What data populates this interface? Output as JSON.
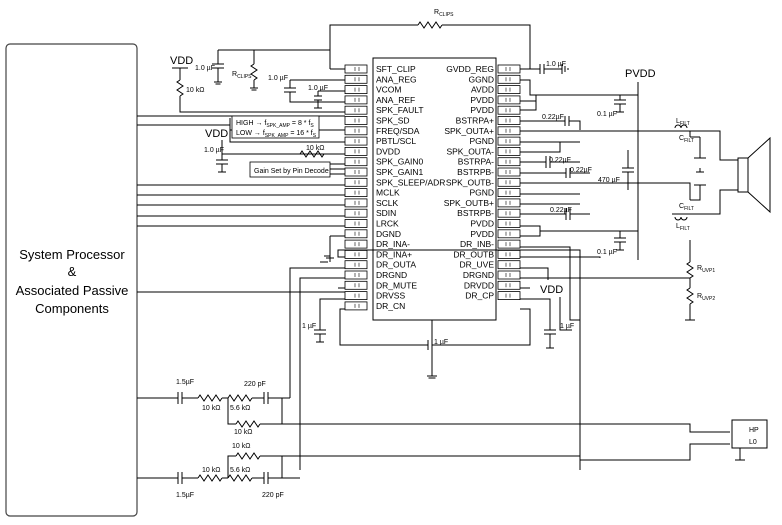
{
  "system_block": {
    "line1": "System Processor",
    "line2": "&",
    "line3": "Associated Passive",
    "line4": "Components"
  },
  "ic": {
    "left_pins": [
      "SFT_CLIP",
      "ANA_REG",
      "VCOM",
      "ANA_REF",
      "SPK_FAULT",
      "SPK_SD",
      "FREQ/SDA",
      "PBTL/SCL",
      "DVDD",
      "SPK_GAIN0",
      "SPK_GAIN1",
      "SPK_SLEEP/ADR",
      "MCLK",
      "SCLK",
      "SDIN",
      "LRCK",
      "DGND",
      "DR_INA-",
      "DR_INA+",
      "DR_OUTA",
      "DRGND",
      "DR_MUTE",
      "DRVSS",
      "DR_CN"
    ],
    "right_pins": [
      "GVDD_REG",
      "GGND",
      "AVDD",
      "PVDD",
      "PVDD",
      "BSTRPA+",
      "SPK_OUTA+",
      "PGND",
      "SPK_OUTA-",
      "BSTRPA-",
      "BSTRPB-",
      "SPK_OUTB-",
      "PGND",
      "SPK_OUTB+",
      "BSTRPB-",
      "PVDD",
      "PVDD",
      "DR_INB-",
      "DR_OUTB",
      "DR_UVE",
      "DRGND",
      "DRVDD",
      "DR_CP"
    ]
  },
  "labels": {
    "rclips": "R",
    "rclips_sub": "CLIPS",
    "vdd_top": "VDD",
    "vdd_mid": "VDD",
    "vdd_right": "VDD",
    "pvdd": "PVDD",
    "cap_1u_a": "1.0 µF",
    "cap_1u_b": "1.0 µF",
    "cap_1u_c": "1.0 µF",
    "cap_1u_d": "1.0 µF",
    "cap_1u_e": "1.0 µF",
    "res_10k_top": "10 kΩ",
    "res_10k_mid": "10 kΩ",
    "freq_high": "HIGH → f",
    "freq_high_sub": "SPK_AMP",
    "freq_high_val": " = 8 * f",
    "freq_high_s": "S",
    "freq_low": "LOW → f",
    "freq_low_sub": "SPK_AMP",
    "freq_low_val": " = 16 * f",
    "freq_low_s": "S",
    "gain_box": "Gain Set by Pin Decode",
    "cap_022_1": "0.22µF",
    "cap_022_2": "0.22µF",
    "cap_022_3": "0.22µF",
    "cap_022_4": "0.22µF",
    "cap_01_1": "0.1 µF",
    "cap_01_2": "0.1 µF",
    "cap_470": "470 µF",
    "lfilt_a": "L",
    "lfilt_b": "L",
    "cfilt_a": "C",
    "cfilt_b": "C",
    "filt_sub": "FILT",
    "ruvp1": "R",
    "ruvp1_sub": "UVP1",
    "ruvp2": "R",
    "ruvp2_sub": "UVP2",
    "cap_1u_left": "1 µF",
    "cap_1u_bottom": "1 µF",
    "cap_1u_right": "1 µF",
    "in1_cap": "1.5µF",
    "in1_r1": "10 kΩ",
    "in1_r2": "5.6 kΩ",
    "in1_cf": "220 pF",
    "in1_rf": "10 kΩ",
    "in2_cap": "1.5µF",
    "in2_r1": "10 kΩ",
    "in2_r2": "5.6 kΩ",
    "in2_cf": "220 pF",
    "in2_rf": "10 kΩ",
    "hp_a": "HP",
    "hp_b": "L0"
  }
}
